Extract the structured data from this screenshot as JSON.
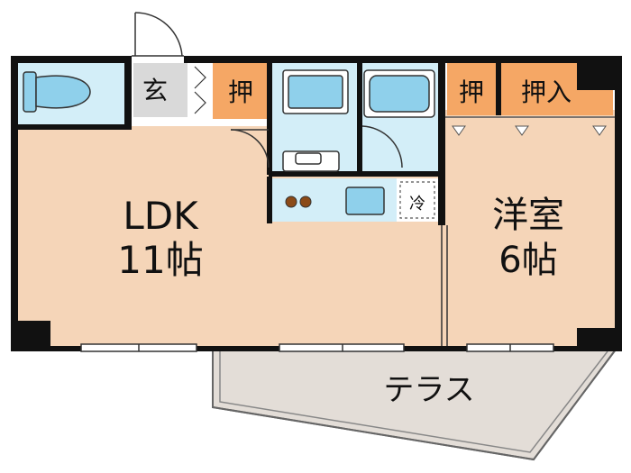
{
  "rooms": {
    "ldk": {
      "name": "LDK",
      "size": "11帖"
    },
    "western": {
      "name": "洋室",
      "size": "6帖"
    },
    "entrance": {
      "label": "玄"
    },
    "closet_hall": {
      "label": "押"
    },
    "closet_western_1": {
      "label": "押"
    },
    "closet_western_2": {
      "label": "押入"
    },
    "fridge": {
      "label": "冷"
    },
    "terrace": {
      "label": "テラス"
    }
  },
  "colors": {
    "room_fill": "#f5d5b8",
    "wet_fill": "#d3eef8",
    "storage_fill": "#f5a765",
    "entrance_fill": "#d9d9d9",
    "terrace_fill": "#e3ddd7",
    "wall": "#111111",
    "fixture": "#8fd0eb",
    "stove": "#8b4a18"
  }
}
